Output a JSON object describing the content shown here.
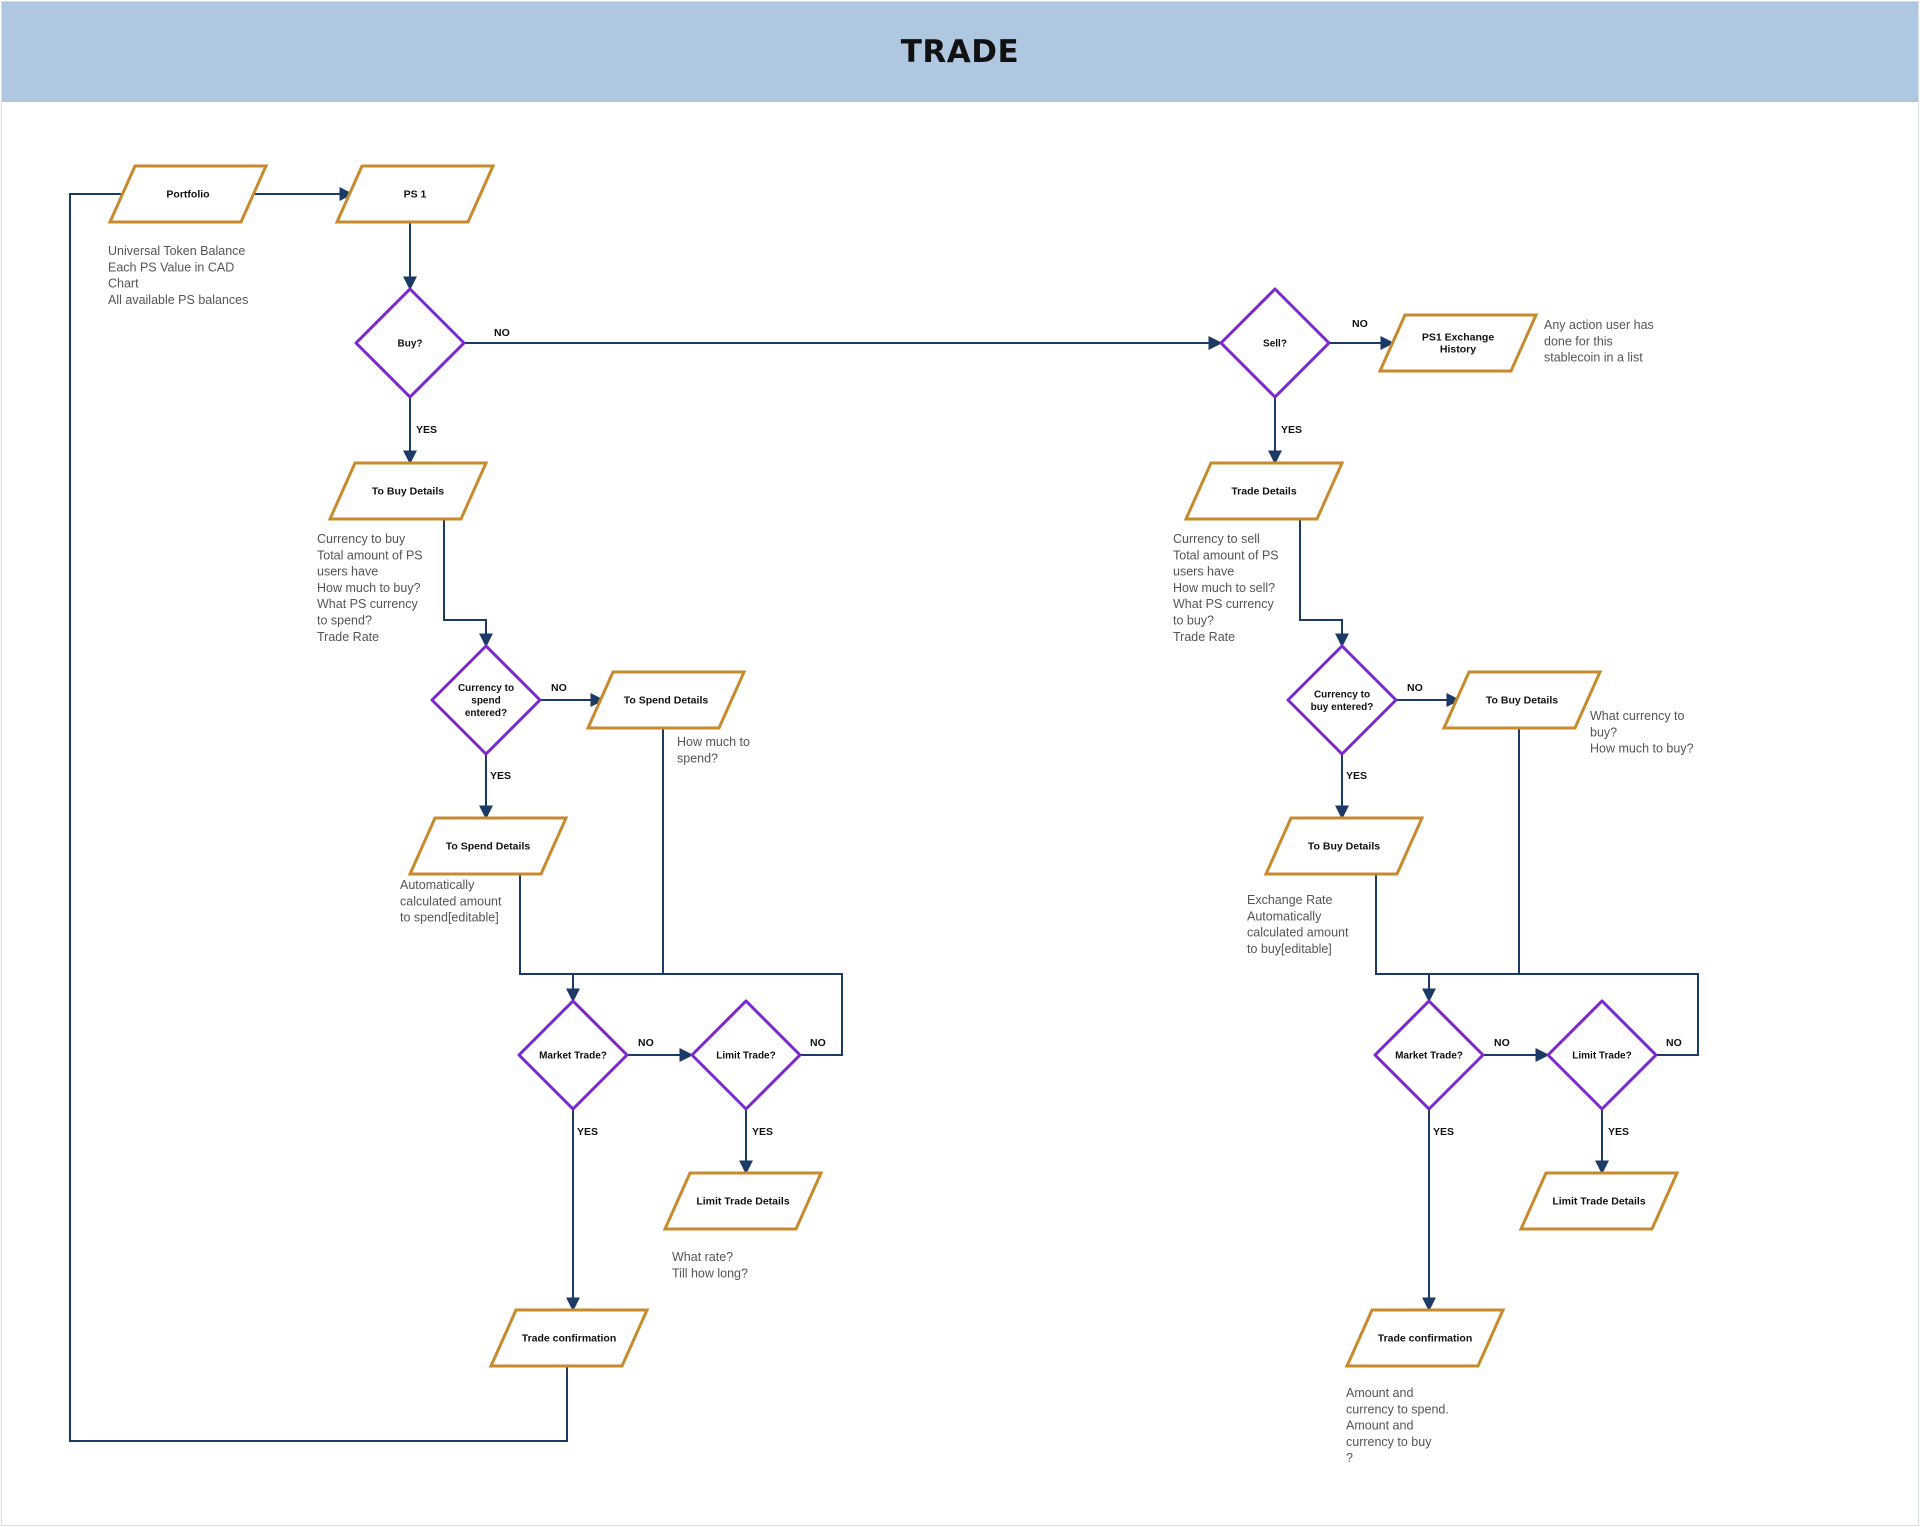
{
  "header": {
    "title": "TRADE"
  },
  "colors": {
    "header_bg": "#b0c7e1",
    "connector": "#1c3a66",
    "io_stroke": "#c78a2c",
    "decision_stroke": "#7b27cf",
    "note_text": "#555555",
    "label_text": "#111111"
  },
  "nodes": {
    "portfolio": "Portfolio",
    "ps1": "PS 1",
    "buy_q": "Buy?",
    "sell_q": "Sell?",
    "ps1_history": [
      "PS1 Exchange",
      "History"
    ],
    "buy_to_buy_details": "To Buy Details",
    "sell_trade_details": "Trade Details",
    "buy_currency_q": [
      "Currency to",
      "spend",
      "entered?"
    ],
    "sell_currency_q": [
      "Currency to",
      "buy entered?"
    ],
    "buy_to_spend_details_right": "To Spend Details",
    "sell_to_buy_details_right": "To Buy Details",
    "buy_to_spend_details_down": "To Spend Details",
    "sell_to_buy_details_down": "To Buy Details",
    "buy_market_q": "Market Trade?",
    "buy_limit_q": "Limit Trade?",
    "sell_market_q": "Market Trade?",
    "sell_limit_q": "Limit Trade?",
    "buy_limit_details": "Limit Trade Details",
    "sell_limit_details": "Limit Trade Details",
    "buy_confirmation": "Trade confirmation",
    "sell_confirmation": "Trade confirmation"
  },
  "notes": {
    "portfolio": [
      "Universal Token Balance",
      "Each PS Value in CAD",
      "Chart",
      "All available PS balances"
    ],
    "ps1_history": [
      "Any action user has",
      "done for this",
      "stablecoin in a list"
    ],
    "buy_details": [
      "Currency to buy",
      "Total amount of PS",
      "users have",
      "How much to buy?",
      "What PS currency",
      "to spend?",
      "Trade Rate"
    ],
    "sell_details": [
      "Currency to sell",
      "Total amount of PS",
      "users have",
      "How much to sell?",
      "What PS currency",
      "to buy?",
      "Trade Rate"
    ],
    "buy_spend_right": [
      "How much to",
      "spend?"
    ],
    "sell_buy_right": [
      "What currency to",
      "buy?",
      "How much to buy?"
    ],
    "buy_spend_down": [
      "Automatically",
      "calculated amount",
      "to spend[editable]"
    ],
    "sell_buy_down": [
      "Exchange Rate",
      "Automatically",
      "calculated amount",
      "to buy[editable]"
    ],
    "buy_limit": [
      "What rate?",
      "Till how long?"
    ],
    "sell_confirmation": [
      "Amount and",
      "currency to spend.",
      "Amount and",
      "currency to buy",
      "?"
    ]
  },
  "edge_labels": {
    "yes": "YES",
    "no": "NO"
  }
}
